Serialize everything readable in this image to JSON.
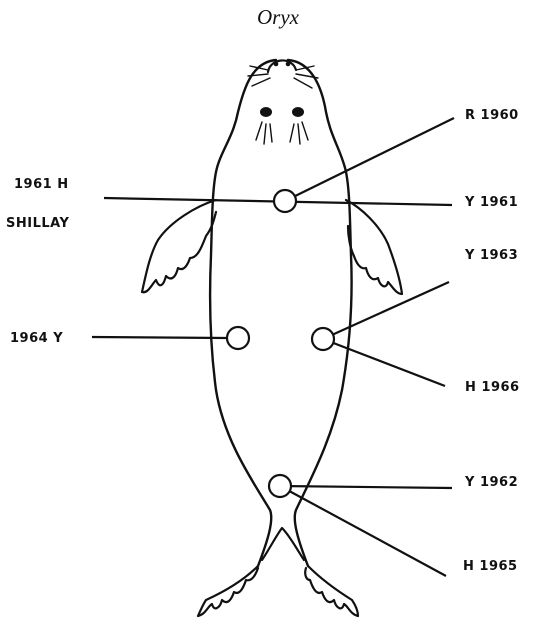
{
  "title": "Oryx",
  "labels": {
    "r1960": "R 1960",
    "h1961": "1961 H",
    "shillay": "SHILLAY",
    "y1961": "Y 1961",
    "y1963": "Y 1963",
    "y1964": "1964 Y",
    "h1966": "H 1966",
    "y1962": "Y 1962",
    "h1965": "H 1965"
  }
}
